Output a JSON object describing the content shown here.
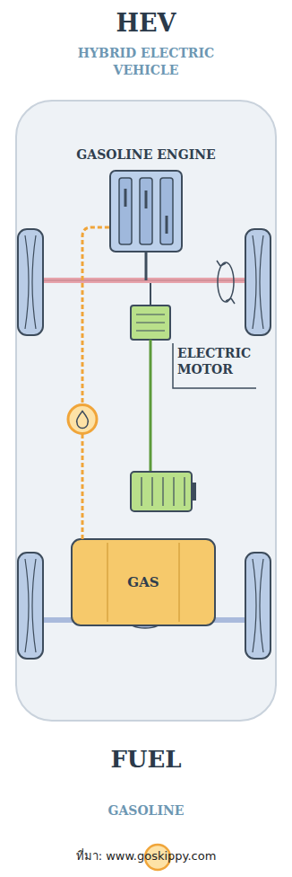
{
  "diagram": {
    "title": "HEV",
    "caption": "ที่มา: www.goskippy.com",
    "nodes": [
      {
        "text": [
          "GASOLINE ENGINE"
        ]
      },
      {
        "text": [
          "ELECTRIC MOTOR"
        ]
      },
      {
        "text": [
          "GAS"
        ]
      }
    ],
    "edges": [
      {
        "from": 2,
        "to": 0,
        "arrow": "none"
      }
    ],
    "labels": [
      "HYBRID ELECTRIC VEHICLE",
      "FUEL",
      "GASOLINE"
    ]
  }
}
